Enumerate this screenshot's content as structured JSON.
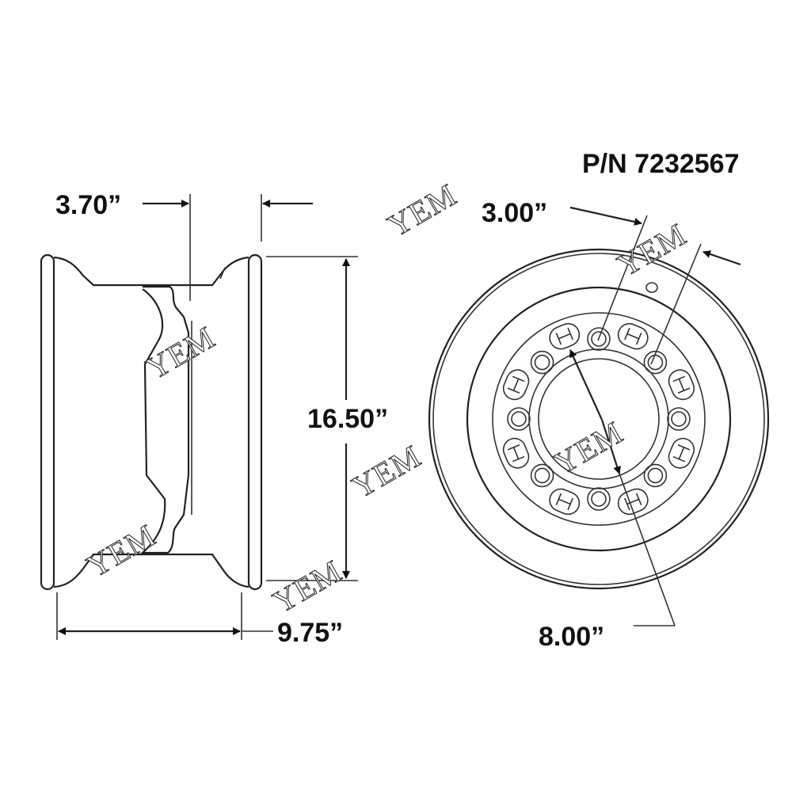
{
  "diagram": {
    "part_number": "P/N 7232567",
    "dimensions": {
      "offset": "3.70”",
      "rim_diameter": "16.50”",
      "rim_width": "9.75”",
      "center_hole": "3.00”",
      "bolt_circle": "8.00”"
    },
    "bolt_count": 8,
    "slot_count": 8,
    "watermark": "YEM"
  }
}
